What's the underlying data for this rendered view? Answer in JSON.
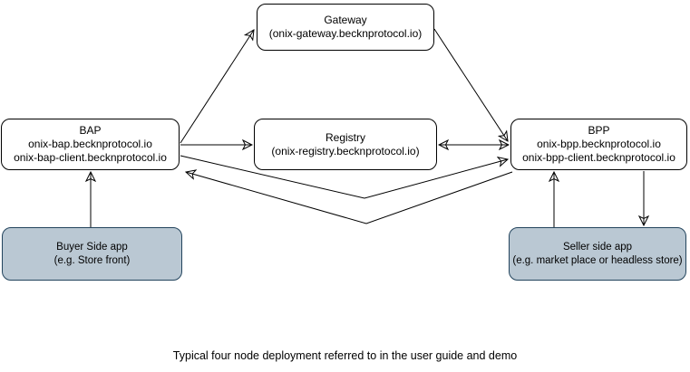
{
  "caption": "Typical four node deployment referred to in the user guide and demo",
  "colors": {
    "node_fill": "#ffffff",
    "node_border": "#000000",
    "app_fill": "#bac8d3",
    "app_border": "#23445d",
    "arrow": "#000000"
  },
  "nodes": {
    "gateway": {
      "lines": [
        "Gateway",
        "(onix-gateway.becknprotocol.io)"
      ]
    },
    "bap": {
      "lines": [
        "BAP",
        "onix-bap.becknprotocol.io",
        "onix-bap-client.becknprotocol.io"
      ]
    },
    "registry": {
      "lines": [
        "Registry",
        "(onix-registry.becknprotocol.io)"
      ]
    },
    "bpp": {
      "lines": [
        "BPP",
        "onix-bpp.becknprotocol.io",
        "onix-bpp-client.becknprotocol.io"
      ]
    },
    "buyer_app": {
      "lines": [
        "Buyer Side app",
        "(e.g. Store front)"
      ]
    },
    "seller_app": {
      "lines": [
        "Seller side app",
        "(e.g. market place or headless store)"
      ]
    }
  },
  "edges": [
    {
      "from": "BAP",
      "to": "Gateway",
      "arrow": "to"
    },
    {
      "from": "BAP",
      "to": "Registry",
      "arrow": "to"
    },
    {
      "from": "Gateway",
      "to": "BPP",
      "arrow": "to"
    },
    {
      "from": "Registry",
      "to": "BPP",
      "arrow": "both"
    },
    {
      "from": "BAP",
      "to": "BPP",
      "arrow": "to",
      "route": "bent below registry"
    },
    {
      "from": "BPP",
      "to": "BAP",
      "arrow": "to",
      "route": "bent below registry"
    },
    {
      "from": "Buyer Side app",
      "to": "BAP",
      "arrow": "to"
    },
    {
      "from": "Seller side app",
      "to": "BPP",
      "arrow": "to"
    },
    {
      "from": "BPP",
      "to": "Seller side app",
      "arrow": "to"
    }
  ]
}
